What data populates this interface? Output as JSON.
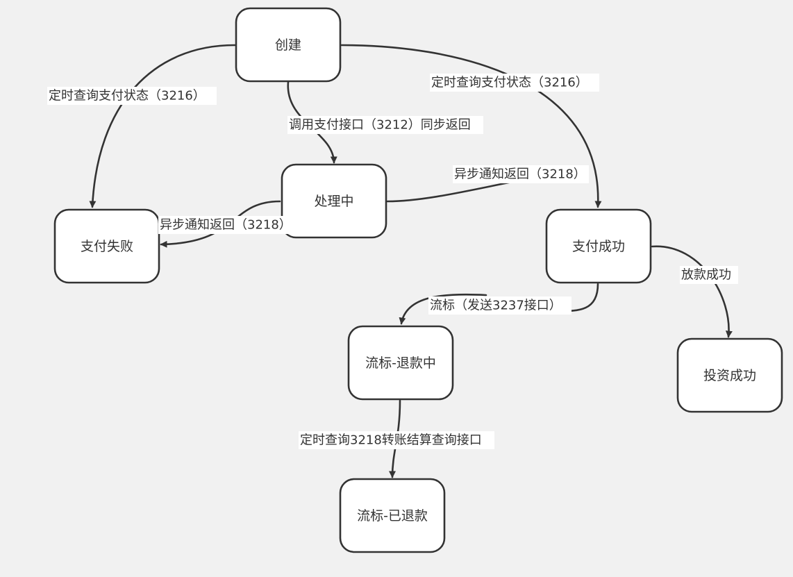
{
  "nodes": {
    "create": "创建",
    "processing": "处理中",
    "pay_fail": "支付失败",
    "pay_success": "支付成功",
    "refunding": "流标-退款中",
    "refunded": "流标-已退款",
    "invest_success": "投资成功"
  },
  "edges": {
    "create_to_fail": "定时查询支付状态（3216）",
    "create_to_processing": "调用支付接口（3212）同步返回",
    "create_to_success": "定时查询支付状态（3216）",
    "processing_to_success": "异步通知返回（3218）",
    "processing_to_fail": "异步通知返回（3218）",
    "success_to_refunding": "流标（发送3237接口）",
    "success_to_invest": "放款成功",
    "refunding_to_refunded": "定时查询3218转账结算查询接口"
  },
  "colors": {
    "background": "#f1f1f1",
    "node_fill": "#ffffff",
    "stroke": "#333333",
    "text": "#333333"
  }
}
